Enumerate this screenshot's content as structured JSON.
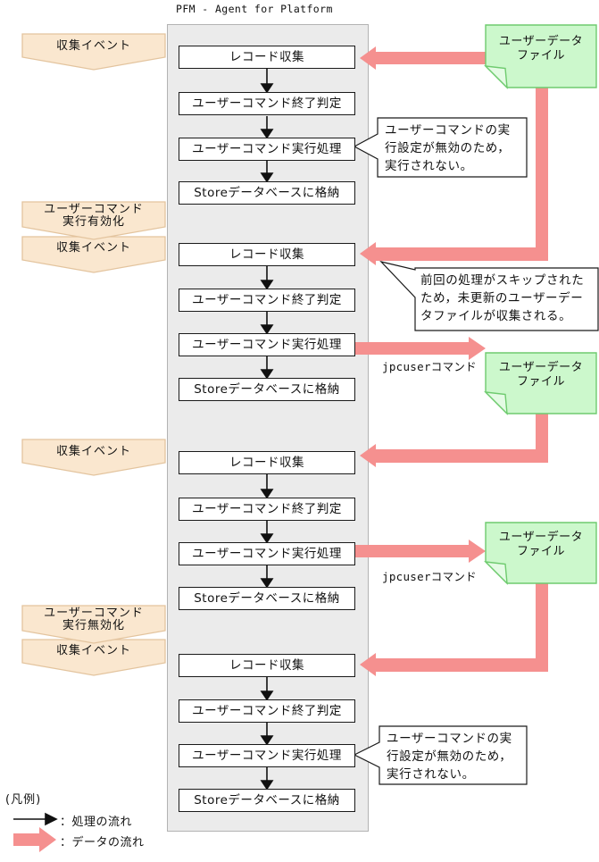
{
  "title": "PFM - Agent for Platform",
  "events": {
    "collection": "収集イベント",
    "enable": {
      "lines": [
        "ユーザーコマンド",
        "実行有効化"
      ]
    },
    "disable": {
      "lines": [
        "ユーザーコマンド",
        "実行無効化"
      ]
    }
  },
  "steps": [
    "レコード収集",
    "ユーザーコマンド終了判定",
    "ユーザーコマンド実行処理",
    "Storeデータベースに格納"
  ],
  "user_data_file": {
    "lines": [
      "ユーザーデータ",
      "ファイル"
    ]
  },
  "jpcuser_label": "jpcuserコマンド",
  "callouts": {
    "disabled": {
      "lines": [
        "ユーザーコマンドの実",
        "行設定が無効のため，",
        "実行されない。"
      ]
    },
    "skipped": {
      "lines": [
        "前回の処理がスキップされた",
        "ため，未更新のユーザーデー",
        "タファイルが収集される。"
      ]
    }
  },
  "legend": {
    "heading": "(凡例)",
    "process_flow": "：処理の流れ",
    "data_flow": "：データの流れ"
  },
  "colors": {
    "event_fill": "#FAE7CF",
    "event_border": "#E3C49E",
    "file_fill": "#CCF8CC",
    "file_border": "#6FCB6F",
    "data_arrow": "#F5908F",
    "process_arrow": "#111111",
    "panel_fill": "#EBEBEB"
  }
}
